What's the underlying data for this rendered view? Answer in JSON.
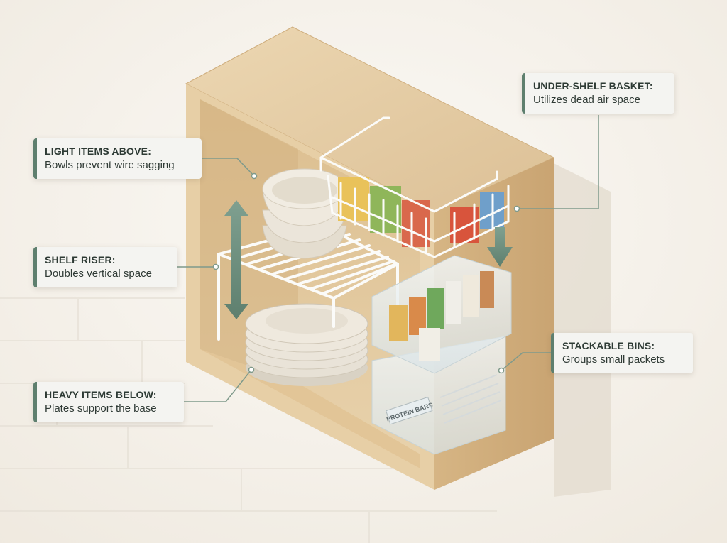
{
  "colors": {
    "accent": "#5e7f6e",
    "leader_line": "#7f9a8b",
    "wood_light": "#e9d2ac",
    "wood_mid": "#d9bb8c",
    "wood_dark": "#c9a472",
    "wall": "#f6f3ee",
    "ceramic": "#e8e2d6",
    "wire": "#f7f7f5",
    "bin": "#e4ecee"
  },
  "callouts": [
    {
      "id": "light-items",
      "title": "LIGHT ITEMS ABOVE:",
      "desc": "Bowls prevent wire sagging"
    },
    {
      "id": "shelf-riser",
      "title": "SHELF RISER:",
      "desc": "Doubles vertical space"
    },
    {
      "id": "heavy-items",
      "title": "HEAVY ITEMS BELOW:",
      "desc": "Plates support the base"
    },
    {
      "id": "under-shelf-basket",
      "title": "UNDER-SHELF BASKET:",
      "desc": "Utilizes dead air space"
    },
    {
      "id": "stackable-bins",
      "title": "STACKABLE BINS:",
      "desc": "Groups small packets"
    }
  ],
  "bin_label": "PROTEIN BARS",
  "icons": [
    "double-headed-arrow-icon",
    "down-arrow-icon"
  ]
}
